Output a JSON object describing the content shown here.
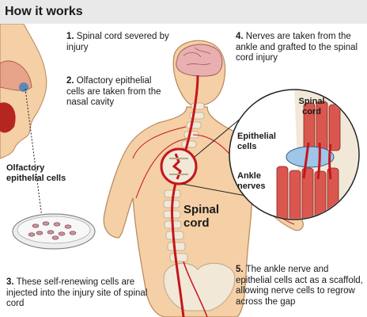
{
  "header": {
    "title": "How it works"
  },
  "steps": [
    {
      "num": "1.",
      "text": "Spinal cord severed by injury"
    },
    {
      "num": "2.",
      "text": "Olfactory epithelial cells are taken from the nasal cavity"
    },
    {
      "num": "3.",
      "text": "These self-renewing cells are injected into the injury site of spinal cord"
    },
    {
      "num": "4.",
      "text": "Nerves are taken from the ankle and grafted to the spinal cord injury"
    },
    {
      "num": "5.",
      "text": "The ankle nerve and epithelial cells act as a scaffold, allowing nerve cells to regrow across the gap"
    }
  ],
  "labels": {
    "olfactory": "Olfactory epithelial cells",
    "spinal_cord_inset": "Spinal cord",
    "epithelial_cells": "Epithelial cells",
    "ankle_nerves": "Ankle nerves",
    "spinal_cord_body": "Spinal cord"
  },
  "colors": {
    "skin": "#f5cfa6",
    "red": "#c4161c",
    "bone": "#f2e8d8",
    "header_bg": "#e9e9e9"
  }
}
